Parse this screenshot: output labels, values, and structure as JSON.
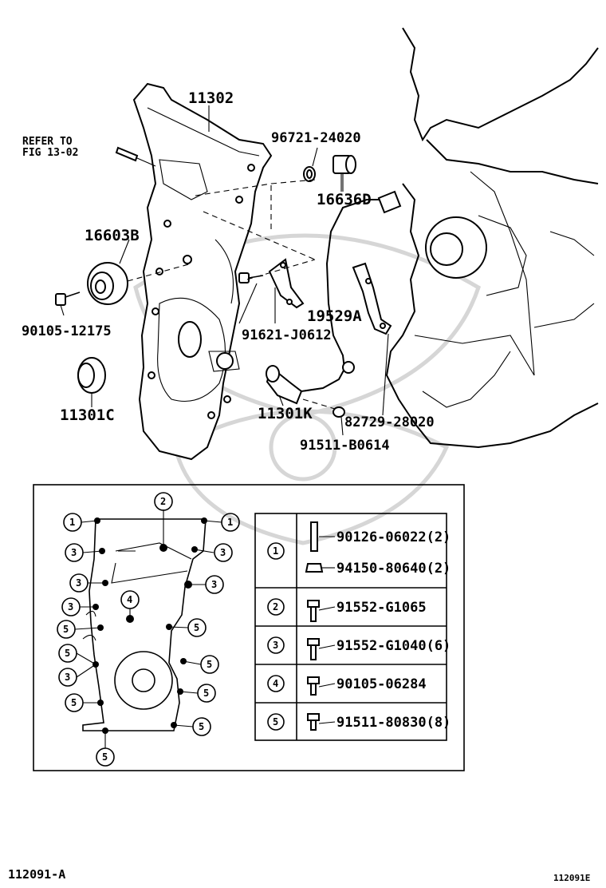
{
  "parts": {
    "cover": "11302",
    "stud_ref": "REFER TO",
    "stud_fig": "FIG 13-02",
    "p96721": "96721-24020",
    "p16636D": "16636D",
    "p16603B": "16603B",
    "p19529A": "19529A",
    "p90105_12175": "90105-12175",
    "p91621": "91621-J0612",
    "p11301C": "11301C",
    "p11301K": "11301K",
    "p82729": "82729-28020",
    "p91511_B0614": "91511-B0614"
  },
  "legend": {
    "row1_num": "1",
    "row1_a": "90126-06022(2)",
    "row1_b": "94150-80640(2)",
    "row2_num": "2",
    "row2_a": "91552-G1065",
    "row3_num": "3",
    "row3_a": "91552-G1040(6)",
    "row4_num": "4",
    "row4_a": "90105-06284",
    "row5_num": "5",
    "row5_a": "91511-80830(8)"
  },
  "callouts": {
    "c1": "1",
    "c2": "2",
    "c3": "3",
    "c4": "4",
    "c5": "5"
  },
  "footer": {
    "left": "112091-A",
    "right": "112091E"
  }
}
